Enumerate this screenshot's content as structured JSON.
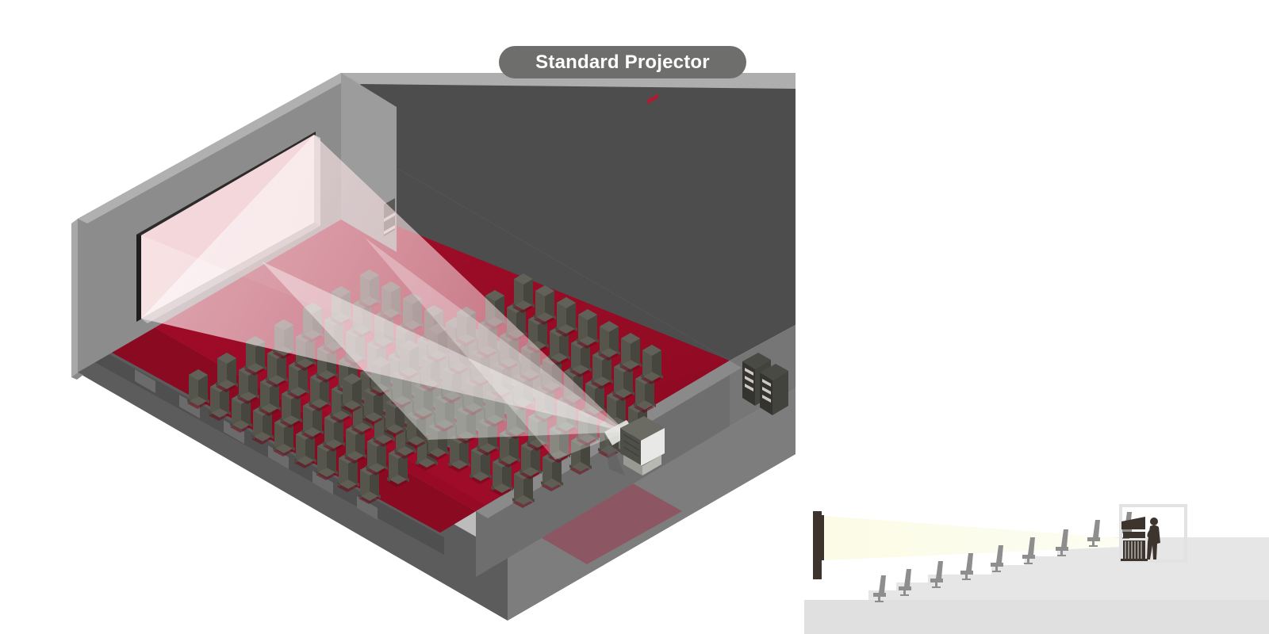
{
  "badge": {
    "label": "Standard Projector",
    "background": "#6e6e6d",
    "text_color": "#ffffff"
  },
  "scene": {
    "name": "auditorium-isometric-cutaway",
    "description": "Isometric cutaway of a cinema auditorium showing projection light beam from a standard projector to the screen",
    "background": "#ffffff",
    "palette": {
      "wall_front_face": "#8c8c8c",
      "wall_front_edge": "#a6a6a6",
      "wall_back_dark": "#4d4d4d",
      "wall_side_mid": "#6e6e6e",
      "wall_inner_light": "#9e9e9e",
      "ceiling_trim": "#b0b0b0",
      "floor_light_gray": "#b8b8b8",
      "floor_slab_face": "#7a7a7a",
      "floor_slab_side": "#585858",
      "carpet_crimson": "#9e0b28",
      "carpet_crimson_dark": "#8a0a22",
      "carpet_crimson_light": "#b01230",
      "screen_white": "#ffffff",
      "screen_border_dark": "#2b2b2b",
      "seat_back": "#55554b",
      "seat_back_dark": "#46463e",
      "seat_side": "#6b6b60",
      "beam_white": "#ffffff",
      "beam_red_tint": "#d98a93",
      "projector_body": "#5a5a55",
      "projector_panel": "#e8e8e6",
      "projector_accent": "#c8102e",
      "rack_body": "#3a3a36",
      "rack_shelf": "#cfc8c4"
    },
    "elements": [
      {
        "name": "projection-screen",
        "label": "Projection screen"
      },
      {
        "name": "light-beam-cone",
        "label": "Projection light beam"
      },
      {
        "name": "projector-unit",
        "label": "Standard projector"
      },
      {
        "name": "equipment-rack-left",
        "label": "Equipment rack"
      },
      {
        "name": "equipment-rack-right",
        "label": "Equipment rack"
      },
      {
        "name": "seating-rows",
        "label": "Tiered auditorium seating"
      },
      {
        "name": "auditorium-floor",
        "label": "Stepped floor"
      }
    ],
    "seating": {
      "block_left_rows": 7,
      "block_left_seats_per_row": 9,
      "block_right_rows": 7,
      "block_right_seats_per_row": 9
    }
  },
  "inset": {
    "name": "side-section-diagram",
    "label": "Side section: projection throw over tiered seating",
    "palette": {
      "screen": "#3d342e",
      "beam": "#fbfbe8",
      "floor": "#e0e0e0",
      "riser": "#ebebeb",
      "seat": "#8e8e8e",
      "booth_frame": "#e2e2e2",
      "projector": "#3d342e",
      "operator": "#3d342e"
    },
    "seat_count": 9,
    "booth": {
      "projector_label": "projector",
      "operator_label": "operator"
    }
  }
}
